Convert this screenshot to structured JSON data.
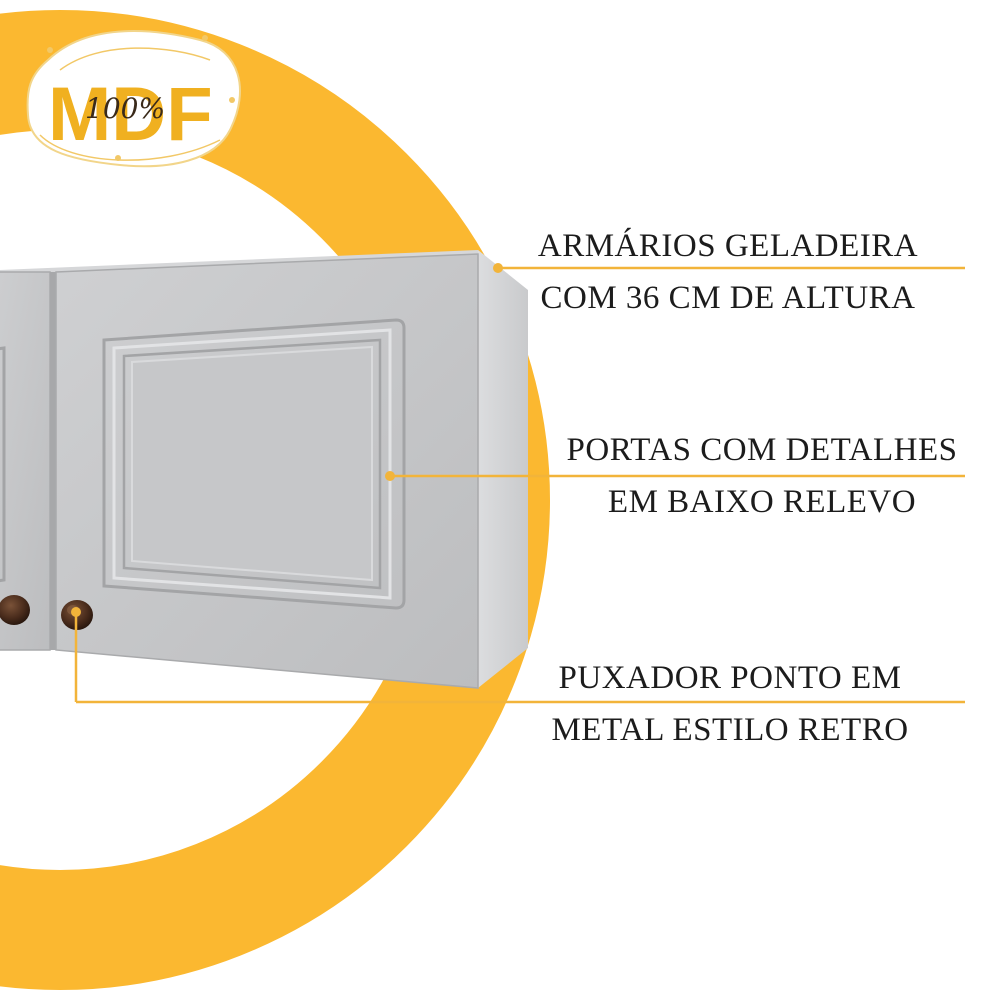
{
  "logo": {
    "brand": "MDF",
    "badge": "100%"
  },
  "callouts": [
    {
      "line1": "ARMÁRIOS GELADEIRA",
      "line2": "COM 36 CM DE ALTURA"
    },
    {
      "line1": "PORTAS COM DETALHES",
      "line2": "EM BAIXO RELEVO"
    },
    {
      "line1": "PUXADOR PONTO EM",
      "line2": "METAL ESTILO RETRO"
    }
  ],
  "colors": {
    "accent": "#fbb830",
    "cabinet": "#c5c6c8",
    "cabinet_shadow": "#a9aaac",
    "handle": "#4a2c1c",
    "text": "#1c1c1c"
  }
}
